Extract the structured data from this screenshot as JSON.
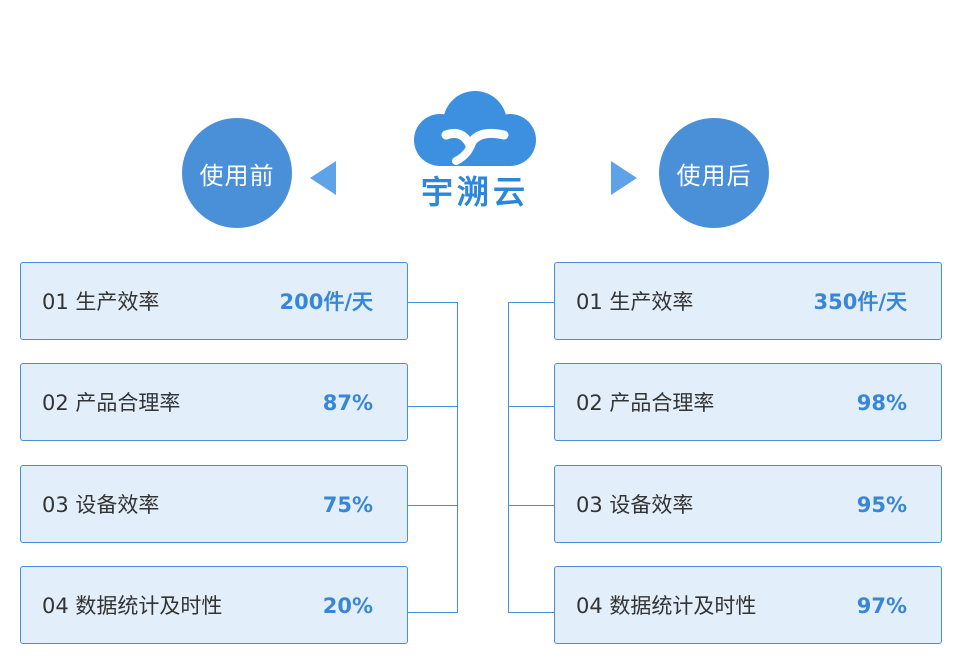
{
  "logo": {
    "text": "宇溯云"
  },
  "before": {
    "title": "使用前",
    "items": [
      {
        "label": "01 生产效率",
        "value": "200件/天"
      },
      {
        "label": "02 产品合理率",
        "value": "87%"
      },
      {
        "label": "03 设备效率",
        "value": "75%"
      },
      {
        "label": "04 数据统计及时性",
        "value": "20%"
      }
    ]
  },
  "after": {
    "title": "使用后",
    "items": [
      {
        "label": "01 生产效率",
        "value": "350件/天"
      },
      {
        "label": "02 产品合理率",
        "value": "98%"
      },
      {
        "label": "03 设备效率",
        "value": "95%"
      },
      {
        "label": "04 数据统计及时性",
        "value": "97%"
      }
    ]
  },
  "colors": {
    "primary": "#4a90d9",
    "card_bg": "#e2effb",
    "value": "#3a86d6",
    "arrow": "#5ea3e8"
  }
}
